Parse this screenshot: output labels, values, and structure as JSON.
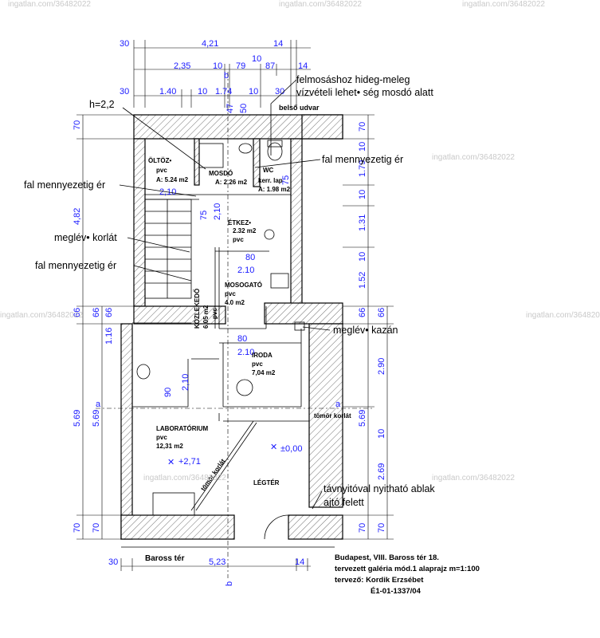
{
  "watermarks": {
    "ingatlan": "ingatlan.com/36482022",
    "ingatlan_short": "ingatlan"
  },
  "dimensions": {
    "top_row1": [
      "30",
      "4,21",
      "14"
    ],
    "top_row2": [
      "2,35",
      "10",
      "79",
      "87",
      "14",
      "10"
    ],
    "top_row3": [
      "30",
      "1.40",
      "10",
      "1.74",
      "10",
      "30"
    ],
    "door_pair": [
      "47",
      "50"
    ],
    "left_outer": [
      "70",
      "4,82",
      "66",
      "5.69",
      "70"
    ],
    "left_inner": [
      "66",
      "1.16",
      "90",
      "5.69",
      "70"
    ],
    "right_inner": [
      "70",
      "10",
      "1.79",
      "10",
      "1.31",
      "10",
      "1.52",
      "66",
      "2.90",
      "5.69",
      "10",
      "2.69",
      "70"
    ],
    "right_outer": [
      "66",
      "70"
    ],
    "bottom": [
      "30",
      "5,23",
      "14"
    ],
    "inner": [
      "2,10",
      "75",
      "2,10",
      "80",
      "2.10",
      "80",
      "2.10",
      "75",
      "2,10",
      "h=2,2"
    ],
    "section_marks": [
      "b",
      "a",
      "a",
      "b"
    ],
    "levels": [
      "+2,71",
      "±0,00"
    ]
  },
  "rooms": [
    {
      "name": "ÖLTÖZ•",
      "mat": "pvc",
      "area": "A: 5.24 m2"
    },
    {
      "name": "MOSDÓ",
      "mat": "",
      "area": "A: 2.26 m2"
    },
    {
      "name": "WC",
      "mat": "kerr. lap",
      "area": "A: 1.98 m2"
    },
    {
      "name": "ÉTKEZ•",
      "mat": "pvc",
      "area": "2.32 m2"
    },
    {
      "name": "MOSOGATÓ",
      "mat": "pvc",
      "area": "4.0 m2"
    },
    {
      "name": "KÖZLEKEDŐ",
      "mat": "pvc",
      "area": "6,05 m2"
    },
    {
      "name": "IRODA",
      "mat": "pvc",
      "area": "7,04 m2"
    },
    {
      "name": "LABORATÓRIUM",
      "mat": "pvc",
      "area": "12,31 m2"
    },
    {
      "name": "LÉGTÉR",
      "mat": "",
      "area": ""
    }
  ],
  "annotations": {
    "yard": "belső udvar",
    "tap_line1": "felmosáshoz hideg-meleg",
    "tap_line2": "vízvételi lehet• ség mosdó alatt",
    "wall_right": "fal mennyezetig ér",
    "wall_left1": "fal mennyezetig ér",
    "railing": "meglév•  korlát",
    "wall_left2": "fal mennyezetig ér",
    "boiler": "meglév•  kazán",
    "solid_rail": "tömör korlát",
    "solid_rail_diag": "tömör korlát",
    "window_line1": "távnyitóval nyitható ablak",
    "window_line2": "ajtó felett",
    "street": "Baross tér"
  },
  "title_block": {
    "line1": "Budapest, VIII. Baross tér 18.",
    "line2": "tervezett galéria  mód.1 alaprajz   m=1:100",
    "line3": "tervező: Kordik Erzsébet",
    "line4": "É1-01-1337/04"
  }
}
